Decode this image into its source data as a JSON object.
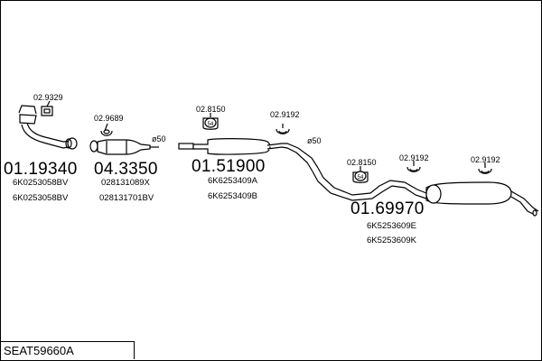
{
  "diagram_code": "SEAT59660A",
  "parts": [
    {
      "number": "01.19340",
      "refs": [
        "6K0253058BV",
        "6K0253058BV"
      ]
    },
    {
      "number": "04.3350",
      "refs": [
        "028131089X",
        "028131701BV"
      ]
    },
    {
      "number": "01.51900",
      "refs": [
        "6K6253409A",
        "6K6253409B"
      ]
    },
    {
      "number": "01.69970",
      "refs": [
        "6K5253609E",
        "6K5253609K"
      ]
    }
  ],
  "accessories": [
    "02.9329",
    "02.9689",
    "02.8150",
    "02.9192",
    "02.8150",
    "02.9192",
    "02.9192"
  ],
  "diameters": [
    "ø50",
    "ø50"
  ],
  "clamp_badge": "54"
}
